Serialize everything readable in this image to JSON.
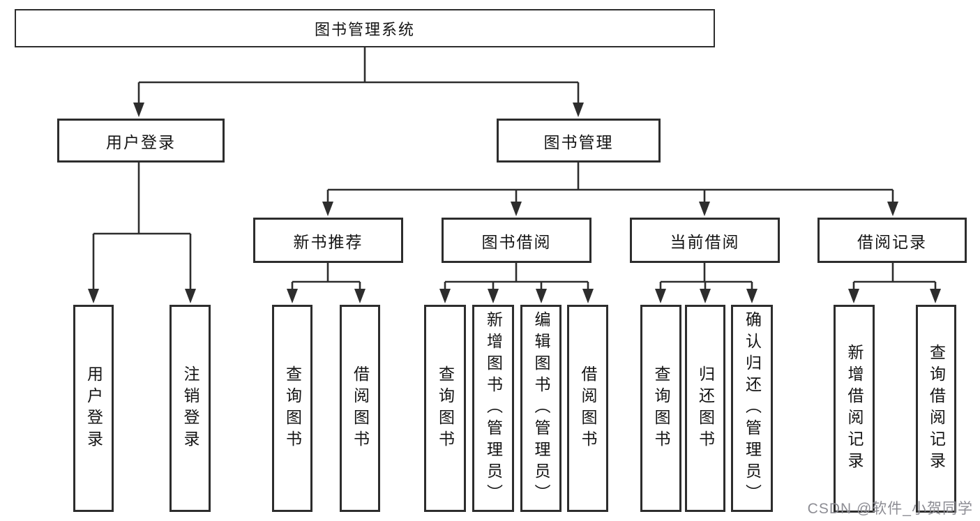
{
  "root": {
    "label": "图书管理系统"
  },
  "user_login": {
    "label": "用户登录",
    "children": [
      {
        "label": "用户登录"
      },
      {
        "label": "注销登录"
      }
    ]
  },
  "book_mgmt": {
    "label": "图书管理",
    "children": [
      {
        "label": "新书推荐",
        "children": [
          {
            "label": "查询图书"
          },
          {
            "label": "借阅图书"
          }
        ]
      },
      {
        "label": "图书借阅",
        "children": [
          {
            "label": "查询图书"
          },
          {
            "label": "新增图书（管理员）"
          },
          {
            "label": "编辑图书（管理员）"
          },
          {
            "label": "借阅图书"
          }
        ]
      },
      {
        "label": "当前借阅",
        "children": [
          {
            "label": "查询图书"
          },
          {
            "label": "归还图书"
          },
          {
            "label": "确认归还（管理员）"
          }
        ]
      },
      {
        "label": "借阅记录",
        "children": [
          {
            "label": "新增借阅记录"
          },
          {
            "label": "查询借阅记录"
          }
        ]
      }
    ]
  },
  "watermark": {
    "text": "CSDN @软件_小贺同学",
    "color": "#8d8d94"
  },
  "colors": {
    "line": "#2d2d2d",
    "text": "#141414",
    "background": "#ffffff"
  }
}
